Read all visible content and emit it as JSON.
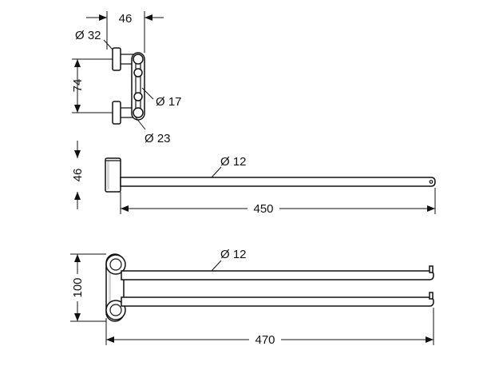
{
  "top_view": {
    "width_label": "46",
    "flange_diameter_label": "Ø 32",
    "spacing_label": "74",
    "pivot_diameter_label": "Ø 17",
    "base_diameter_label": "Ø 23"
  },
  "side_view": {
    "height_label": "46",
    "rod_diameter_label": "Ø 12",
    "length_label": "450"
  },
  "front_view": {
    "height_label": "100",
    "rod_diameter_label": "Ø 12",
    "length_label": "470"
  }
}
